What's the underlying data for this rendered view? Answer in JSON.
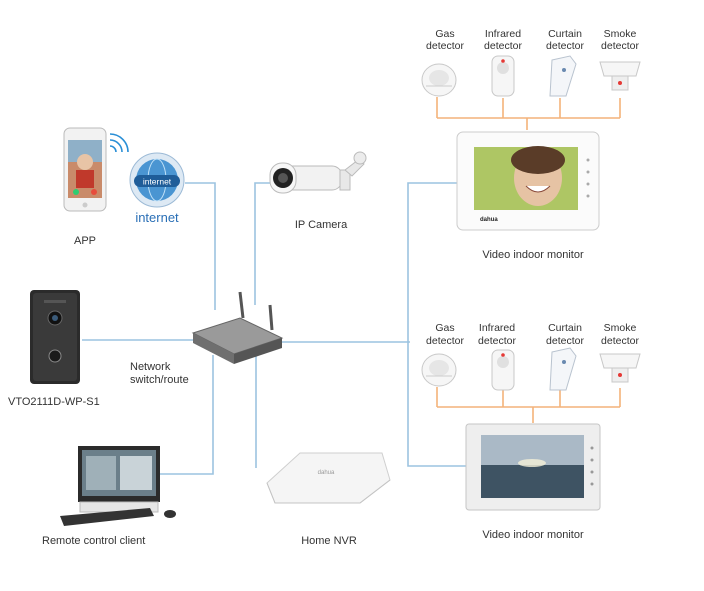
{
  "labels": {
    "app": "APP",
    "internet": "internet",
    "internet_badge": "internet",
    "ip_camera": "IP Camera",
    "network_switch_line1": "Network",
    "network_switch_line2": "switch/route",
    "door_station": "VTO2111D-WP-S1",
    "remote_client": "Remote control client",
    "home_nvr": "Home NVR",
    "monitor_top": "Video indoor monitor",
    "monitor_bottom": "Video indoor monitor",
    "monitor_brand": "dahua"
  },
  "detector_groups": [
    {
      "detectors": [
        {
          "line1": "Gas",
          "line2": "detector"
        },
        {
          "line1": "Infrared",
          "line2": "detector"
        },
        {
          "line1": "Curtain",
          "line2": "detector"
        },
        {
          "line1": "Smoke",
          "line2": "detector"
        }
      ]
    },
    {
      "detectors": [
        {
          "line1": "Gas",
          "line2": "detector"
        },
        {
          "line1": "Infrared",
          "line2": "detector"
        },
        {
          "line1": "Curtain",
          "line2": "detector"
        },
        {
          "line1": "Smoke",
          "line2": "detector"
        }
      ]
    }
  ],
  "colors": {
    "network_line": "#9cc3e0",
    "alarm_line": "#f3b27a",
    "device_white": "#f4f4f4",
    "device_dark": "#2b2b2b"
  }
}
